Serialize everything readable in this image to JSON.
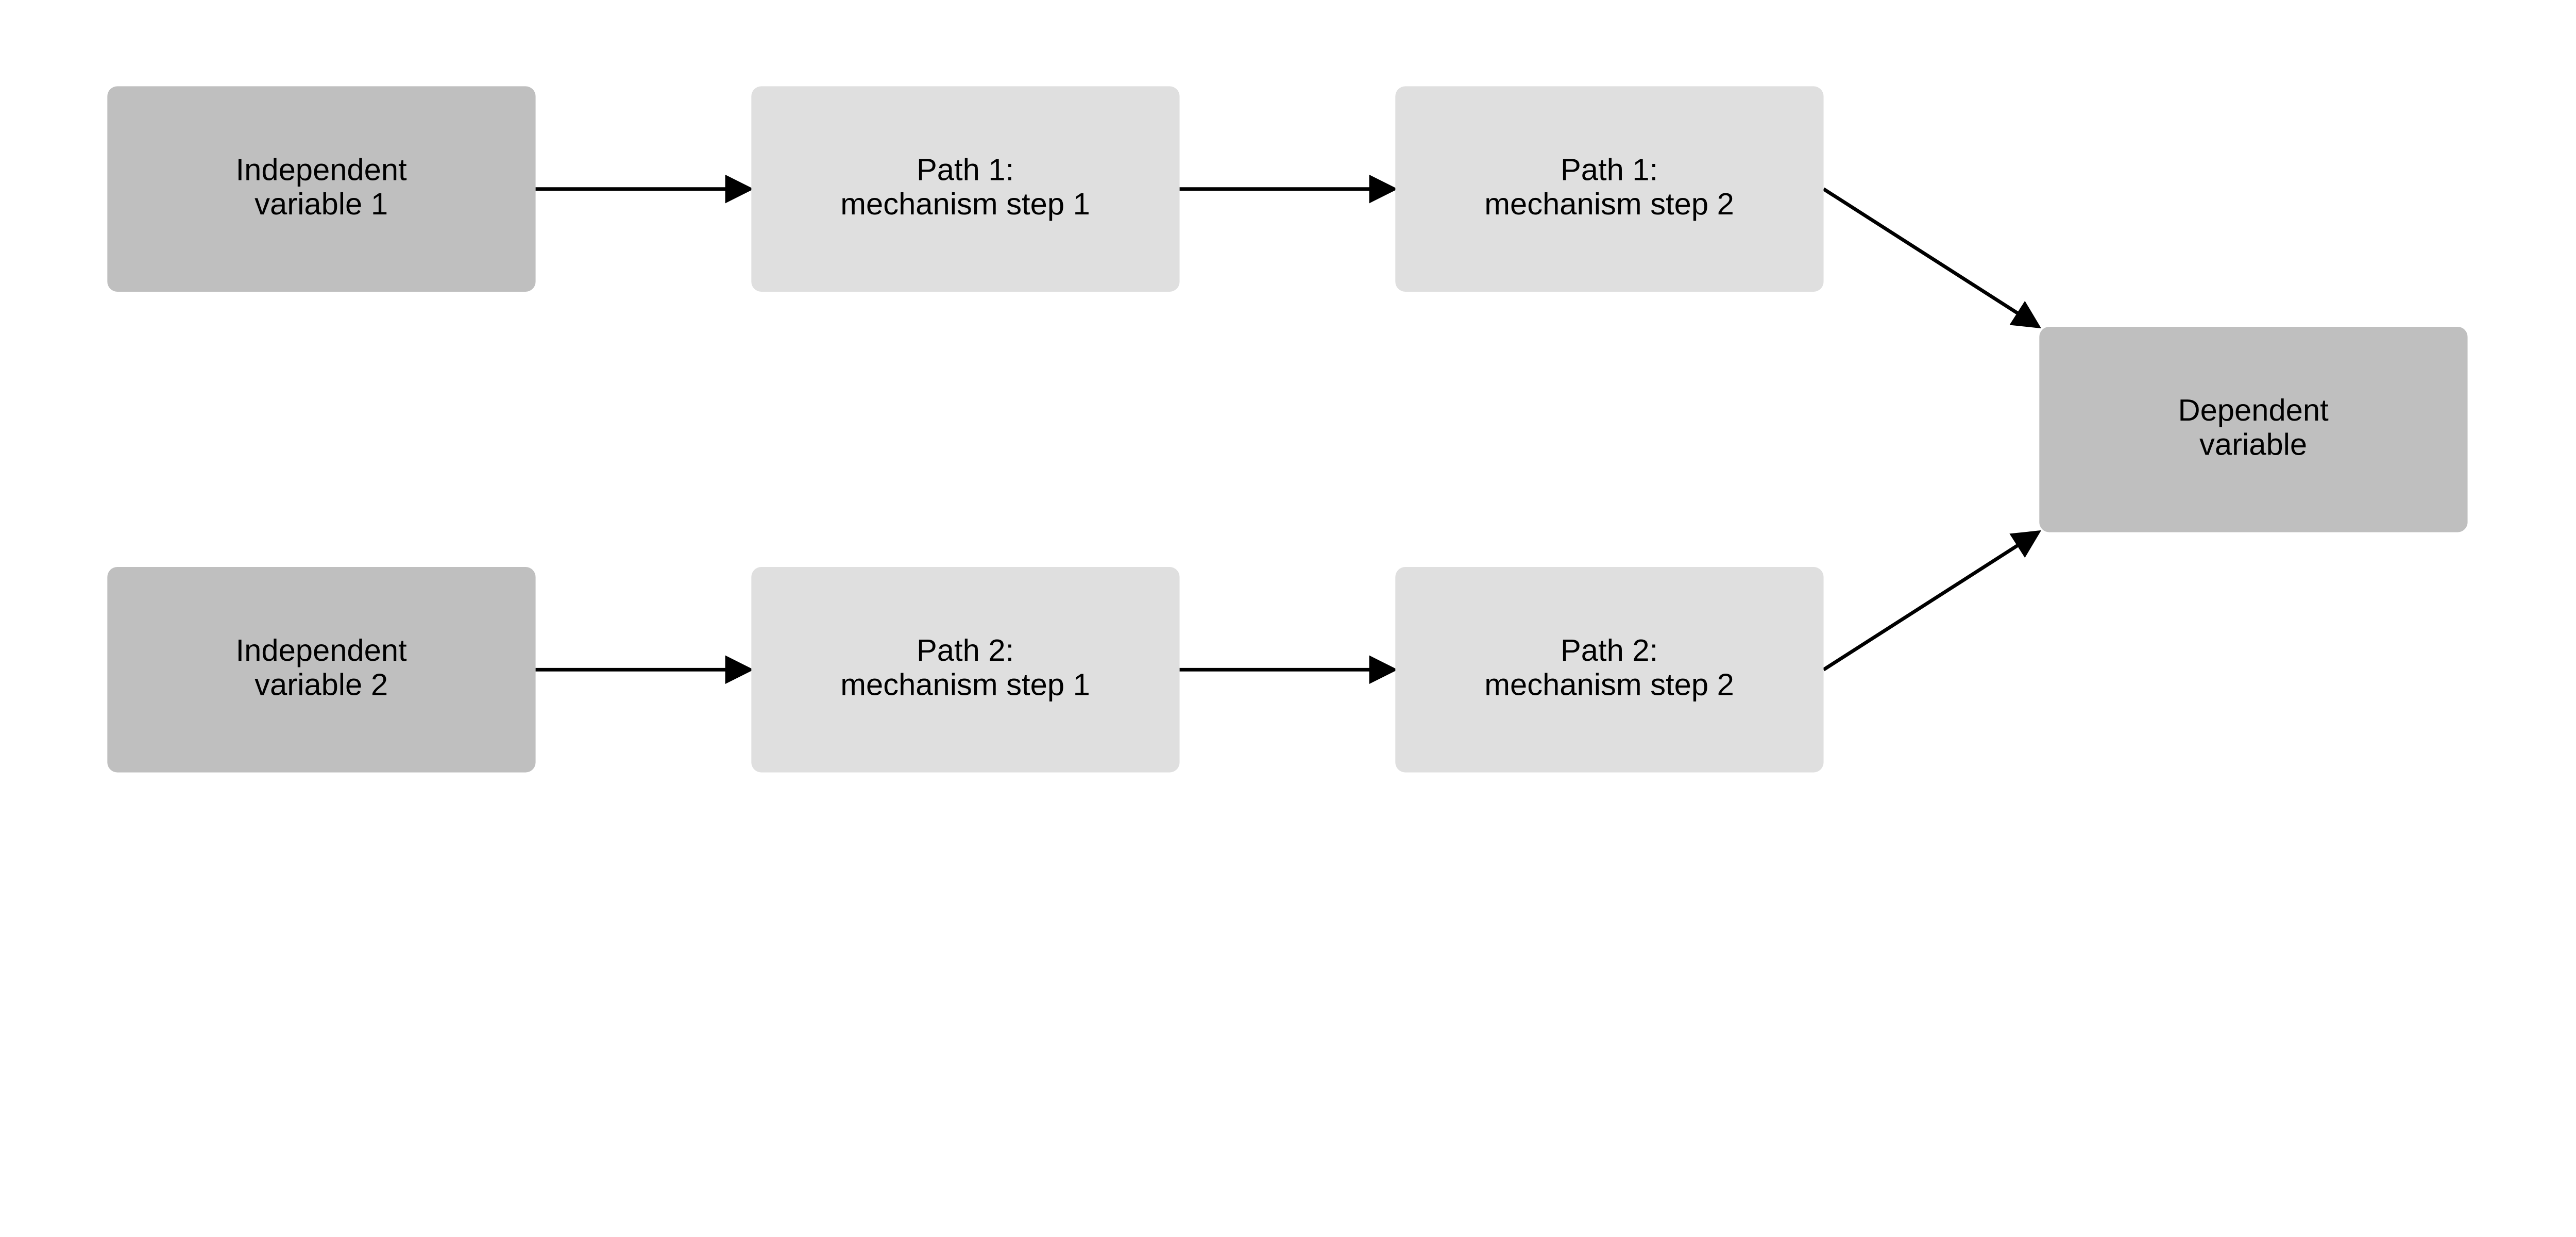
{
  "colors": {
    "primary_node": "#bfbfbf",
    "mechanism_node": "#dfdfdf",
    "edge": "#000000"
  },
  "nodes": {
    "iv1": {
      "line1": "Independent",
      "line2": "variable 1"
    },
    "p1s1": {
      "line1": "Path 1:",
      "line2": "mechanism step 1"
    },
    "p1s2": {
      "line1": "Path 1:",
      "line2": "mechanism step 2"
    },
    "iv2": {
      "line1": "Independent",
      "line2": "variable 2"
    },
    "p2s1": {
      "line1": "Path 2:",
      "line2": "mechanism step 1"
    },
    "p2s2": {
      "line1": "Path 2:",
      "line2": "mechanism step 2"
    },
    "dv": {
      "line1": "Dependent",
      "line2": "variable"
    }
  },
  "edges": [
    {
      "from": "iv1",
      "to": "p1s1"
    },
    {
      "from": "p1s1",
      "to": "p1s2"
    },
    {
      "from": "p1s2",
      "to": "dv"
    },
    {
      "from": "iv2",
      "to": "p2s1"
    },
    {
      "from": "p2s1",
      "to": "p2s2"
    },
    {
      "from": "p2s2",
      "to": "dv"
    }
  ]
}
